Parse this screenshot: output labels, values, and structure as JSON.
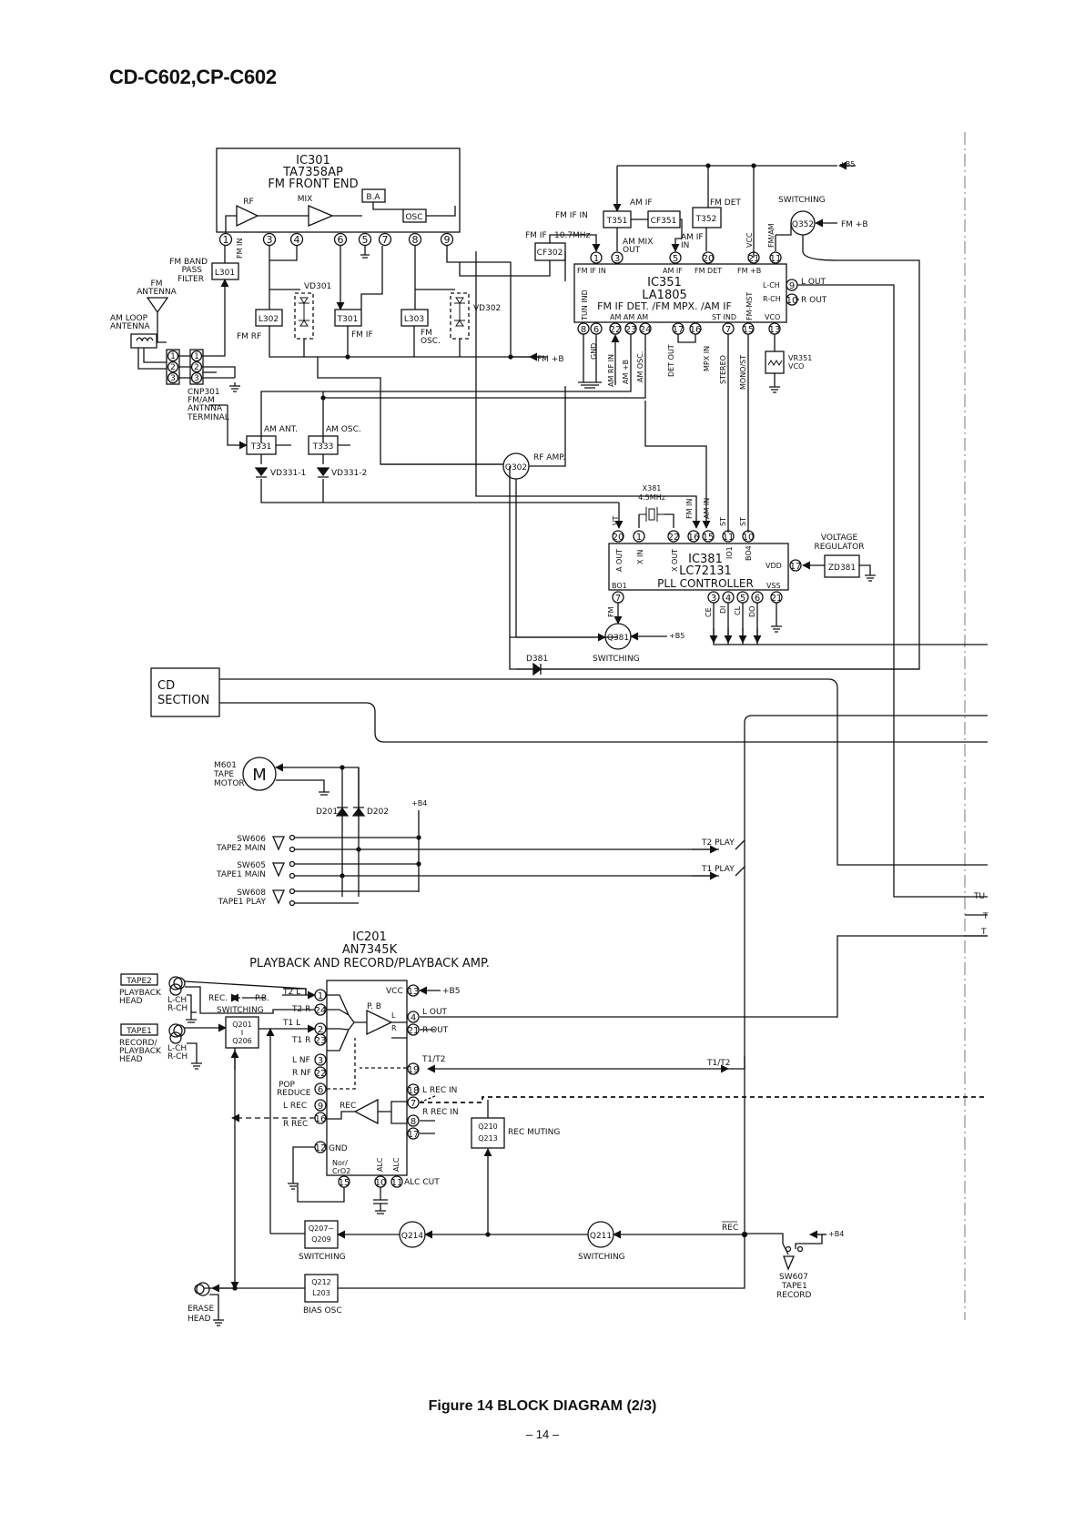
{
  "header": {
    "title": "CD-C602,CP-C602"
  },
  "footer": {
    "caption": "Figure 14 BLOCK DIAGRAM (2/3)",
    "page_number": "– 14 –"
  },
  "blocks": {
    "ic301": [
      "IC301",
      "TA7358AP",
      "FM FRONT END"
    ],
    "ic351": [
      "IC351",
      "LA1805",
      "FM IF DET. /FM MPX. /AM IF"
    ],
    "ic381": [
      "IC381",
      "LC72131",
      "PLL CONTROLLER"
    ],
    "ic201": [
      "IC201",
      "AN7345K",
      "PLAYBACK AND RECORD/PLAYBACK AMP."
    ],
    "cd_section": [
      "CD",
      "SECTION"
    ]
  },
  "labels": {
    "ic301_internal": [
      "RF",
      "MIX",
      "B.A",
      "OSC",
      "FM IN"
    ],
    "ic301_pins": [
      "1",
      "3",
      "4",
      "6",
      "5",
      "7",
      "8",
      "9"
    ],
    "fm_front": [
      "FM BAND",
      "PASS",
      "FILTER",
      "FM",
      "ANTENNA",
      "AM LOOP",
      "ANTENNA",
      "CNP301",
      "FM/AM",
      "ANTNNA",
      "TERMINAL",
      "FM RF",
      "FM IF",
      "FM",
      "OSC.",
      "VD301",
      "VD302",
      "FM +B"
    ],
    "fm_parts": [
      "L301",
      "L302",
      "T301",
      "L303"
    ],
    "cnp_pins": [
      "1",
      "2",
      "3"
    ],
    "if_section": [
      "FM IF IN",
      "AM IF",
      "FM DET",
      "FM IF",
      "10.7MHz",
      "AM MIX",
      "OUT",
      "AM IF",
      "IN",
      "VCC",
      "FM/AM",
      "SWITCHING",
      "FM +B",
      "+B5"
    ],
    "if_parts": [
      "CF302",
      "T351",
      "CF351",
      "T352",
      "Q352"
    ],
    "ic351_top": [
      "FM IF IN",
      "AM IF",
      "FM DET",
      "FM +B"
    ],
    "ic351_top_pins": [
      "1",
      "3",
      "5",
      "20",
      "21",
      "11"
    ],
    "ic351_side": [
      "TUN IND",
      "FM-MST",
      "L-CH",
      "R-CH",
      "VCO",
      "L OUT",
      "R OUT",
      "AM AM AM",
      "ST IND"
    ],
    "ic351_right_pins": [
      "9",
      "10",
      "13"
    ],
    "ic351_bottom_pins": [
      "8",
      "6",
      "22",
      "23",
      "24",
      "17",
      "16",
      "7",
      "15"
    ],
    "ic351_bottom": [
      "GND",
      "AM RF IN",
      "AM +B",
      "AM OSC.",
      "DET OUT",
      "MPX IN",
      "STEREO",
      "MONO/ST"
    ],
    "vco": [
      "VR351",
      "VCO"
    ],
    "am_front": [
      "AM ANT.",
      "AM OSC.",
      "T331",
      "T333",
      "VD331-1",
      "VD331-2",
      "Q302",
      "RF AMP."
    ],
    "pll": [
      "X381",
      "4.5MHz",
      "VT",
      "FM IN",
      "AM IN",
      "ST",
      "ST",
      "A OUT",
      "X IN",
      "X OUT",
      "IO1",
      "BO4",
      "BO1",
      "VDD",
      "VSS",
      "FM",
      "CE",
      "DI",
      "CL",
      "DO",
      "VOLTAGE",
      "REGULATOR",
      "ZD381",
      "Q381",
      "+B5",
      "SWITCHING",
      "D381"
    ],
    "ic381_top_pins": [
      "20",
      "1",
      "22",
      "16",
      "15",
      "11",
      "10"
    ],
    "ic381_other_pins": [
      "17",
      "7",
      "3",
      "4",
      "5",
      "6",
      "21"
    ],
    "motor": [
      "M601",
      "TAPE",
      "MOTOR",
      "M",
      "D201",
      "D202",
      "+B4"
    ],
    "switches": [
      "SW606",
      "TAPE2 MAIN",
      "SW605",
      "TAPE1 MAIN",
      "SW608",
      "TAPE1 PLAY",
      "T2 PLAY",
      "T1 PLAY"
    ],
    "heads": [
      "TAPE2",
      "PLAYBACK",
      "HEAD",
      "L-CH",
      "R-CH",
      "TAPE1",
      "RECORD/",
      "PLAYBACK",
      "HEAD",
      "L-CH",
      "R-CH",
      "REC.",
      "P.B.",
      "SWITCHING",
      "Q201",
      "Q206",
      "ERASE",
      "HEAD"
    ],
    "ic201_left": [
      "T2 L",
      "T2 R",
      "T1 L",
      "T1 R",
      "L NF",
      "R NF",
      "POP",
      "REDUCE",
      "L REC",
      "R REC",
      "GND"
    ],
    "ic201_left_pins": [
      "1",
      "24",
      "2",
      "23",
      "3",
      "22",
      "6",
      "9",
      "16",
      "12"
    ],
    "ic201_right": [
      "VCC",
      "+B5",
      "L OUT",
      "R OUT",
      "T1/T2",
      "L REC IN",
      "R REC IN",
      "T1/T2"
    ],
    "ic201_right_pins": [
      "13",
      "4",
      "21",
      "19",
      "18",
      "7",
      "8",
      "17"
    ],
    "ic201_inner": [
      "P. B",
      "L",
      "R",
      "REC",
      "Nor/",
      "CrO2",
      "ALC",
      "ALC"
    ],
    "ic201_bottom_pins": [
      "15",
      "10",
      "11"
    ],
    "ic201_bottom": [
      "ALC CUT"
    ],
    "rec": [
      "Q210",
      "Q213",
      "REC MUTING",
      "Q207~",
      "Q209",
      "SWITCHING",
      "Q214",
      "Q211",
      "SWITCHING",
      "REC",
      "+B4",
      "SW607",
      "TAPE1",
      "RECORD",
      "Q212",
      "L203",
      "BIAS OSC"
    ],
    "edge": [
      "TU",
      "T",
      "T"
    ]
  }
}
